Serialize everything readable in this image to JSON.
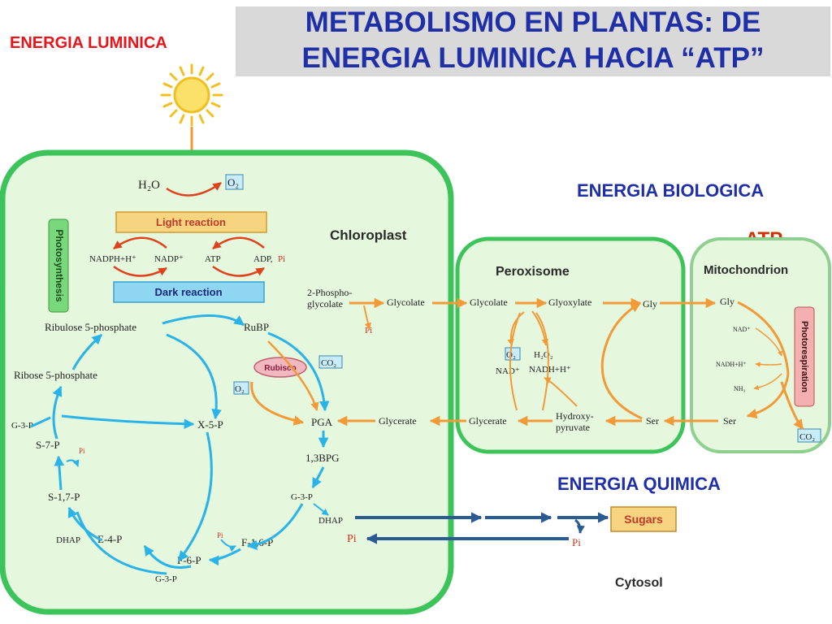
{
  "title": {
    "line1": "METABOLISMO EN PLANTAS: DE",
    "line2": "ENERGIA LUMINICA HACIA “ATP”"
  },
  "labels": {
    "energia_luminica": "ENERGIA LUMINICA",
    "energia_biologica": "ENERGIA BIOLOGICA",
    "atp": "ATP",
    "energia_quimica": "ENERGIA QUIMICA"
  },
  "compartments": {
    "chloroplast": "Chloroplast",
    "peroxisome": "Peroxisome",
    "mitochondrion": "Mitochondrion",
    "cytosol": "Cytosol"
  },
  "side_labels": {
    "photosynthesis": "Photosynthesis",
    "photorespiration": "Photorespiration"
  },
  "boxes": {
    "light_reaction": "Light reaction",
    "dark_reaction": "Dark reaction",
    "rubisco": "Rubisco",
    "sugars": "Sugars"
  },
  "molecules": {
    "h2o": "H₂O",
    "o2_top": "O₂",
    "nadph": "NADPH+H⁺",
    "nadp": "NADP⁺",
    "atp": "ATP",
    "adp": "ADP,",
    "pi_adp": "Pi",
    "ribulose5p": "Ribulose 5-phosphate",
    "rubp": "RuBP",
    "ribose5p": "Ribose 5-phosphate",
    "co2_rubisco": "CO₂",
    "o2_rubisco": "O₂",
    "g3p_left": "G-3-P",
    "s7p": "S-7-P",
    "pi_s7p": "Pi",
    "x5p": "X-5-P",
    "pga": "PGA",
    "bpg": "1,3BPG",
    "s17p": "S-1,7-P",
    "g3p_mid": "G-3-P",
    "dhap_mid": "DHAP",
    "dhap_left": "DHAP",
    "e4p": "E-4-P",
    "pi_f16p": "Pi",
    "f16p": "F-1,6-P",
    "f6p": "F-6-P",
    "g3p_bottom": "G-3-P",
    "pi_left": "Pi",
    "pi_cytosol": "Pi",
    "phosphoglycolate_1": "2-Phospho-",
    "phosphoglycolate_2": "glycolate",
    "pi_phospho": "Pi",
    "glycolate_chl": "Glycolate",
    "glycerate_chl": "Glycerate",
    "glycolate_per": "Glycolate",
    "glyoxylate": "Glyoxylate",
    "gly_per": "Gly",
    "o2_per": "O₂",
    "h2o2": "H₂O₂",
    "nad_per": "NAD⁺",
    "nadh_per": "NADH+H⁺",
    "glycerate_per": "Glycerate",
    "hydroxypyruvate_1": "Hydroxy-",
    "hydroxypyruvate_2": "pyruvate",
    "ser_per": "Ser",
    "gly_mit": "Gly",
    "nad_mit": "NAD⁺",
    "nadh_mit": "NADH+H⁺",
    "nh3": "NH₃",
    "ser_mit": "Ser",
    "co2_mit": "CO₂"
  },
  "colors": {
    "title": "#1f2fa8",
    "red_label": "#e8141a",
    "cell_border": "#3cc45a",
    "cell_fill": "#e5f7dd",
    "orange_arrow": "#f29a38",
    "blue_arrow": "#29b3e8",
    "navy_arrow": "#2a5b93"
  }
}
